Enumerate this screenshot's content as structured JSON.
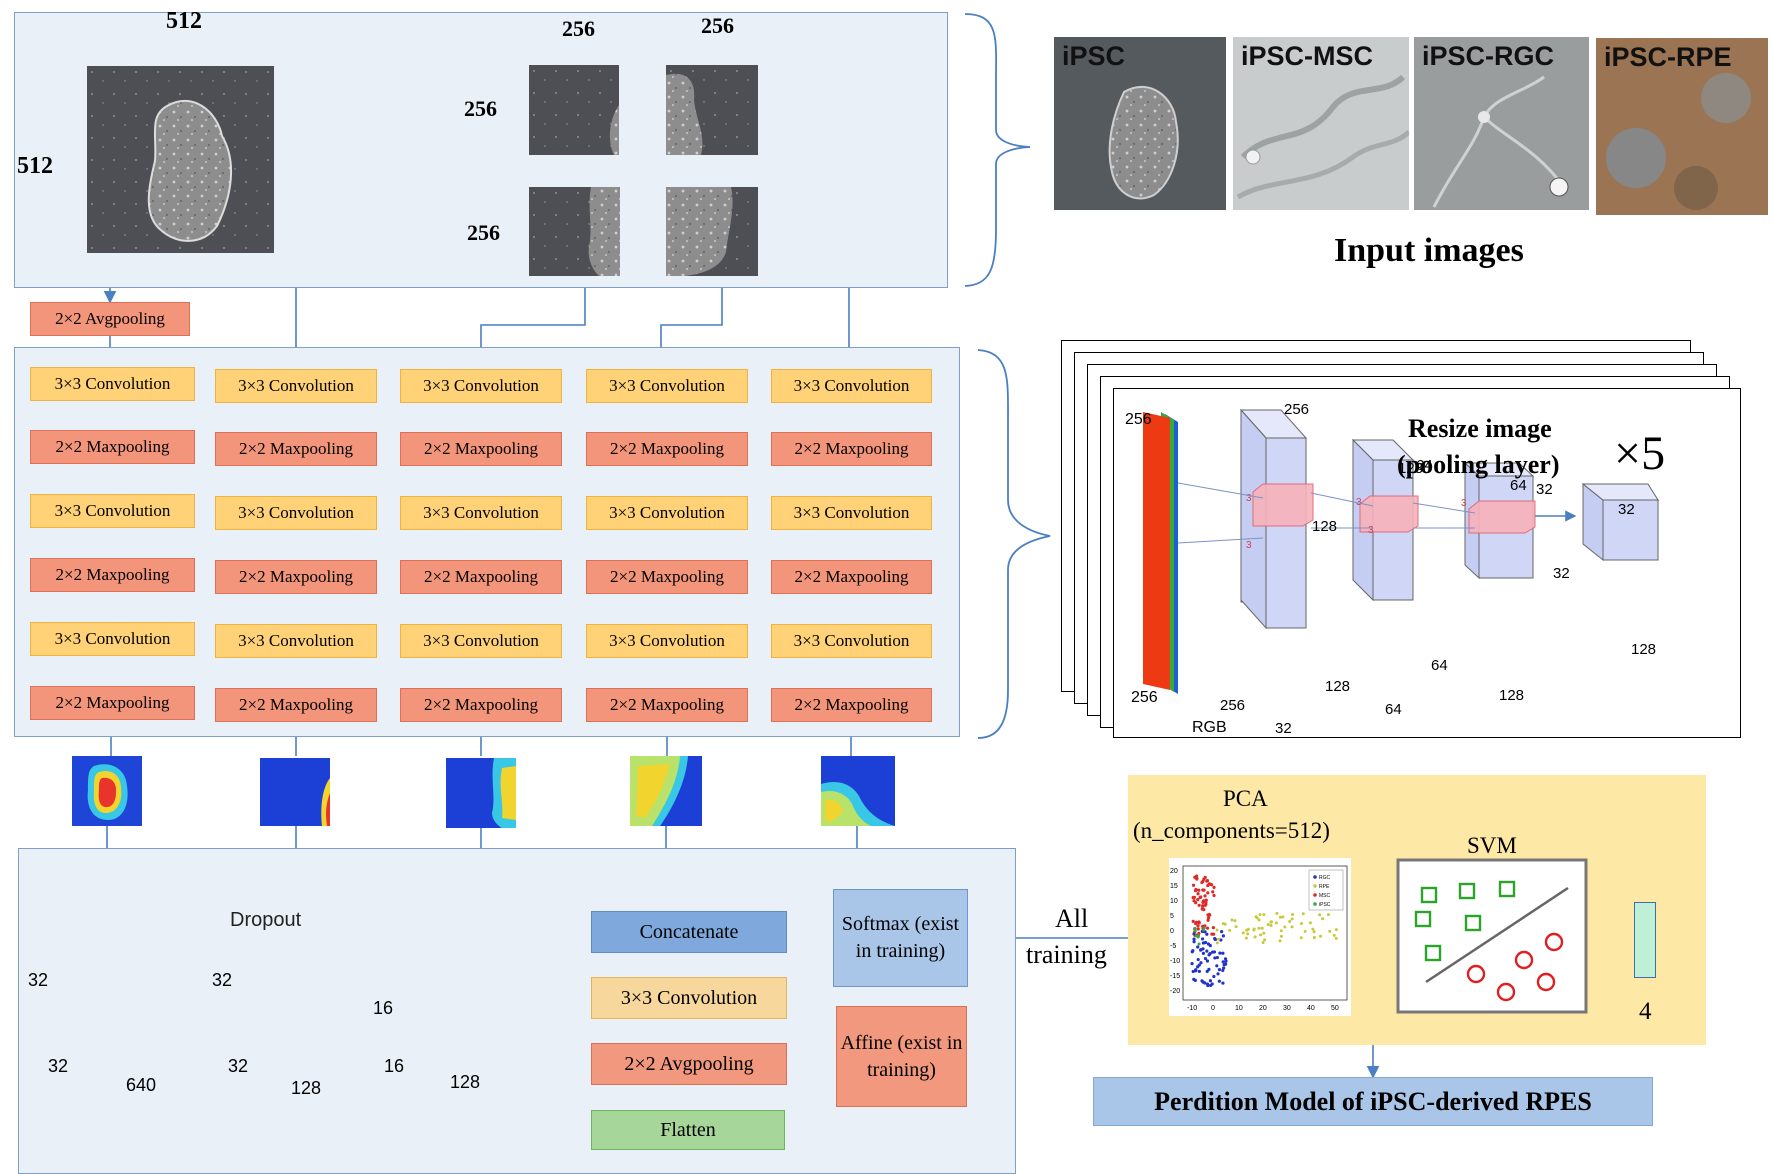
{
  "crop": {
    "size_512": "512",
    "size_256": "256"
  },
  "input_images": {
    "caption": "Input images",
    "labels": [
      "iPSC",
      "iPSC-MSC",
      "iPSC-RGC",
      "iPSC-RPE"
    ]
  },
  "avgpool_top": "2×2 Avgpooling",
  "columns": [
    {
      "layers": [
        "3×3 Convolution",
        "2×2 Maxpooling",
        "3×3 Convolution",
        "2×2 Maxpooling",
        "3×3 Convolution",
        "2×2 Maxpooling"
      ]
    },
    {
      "layers": [
        "3×3 Convolution",
        "2×2 Maxpooling",
        "3×3 Convolution",
        "2×2 Maxpooling",
        "3×3 Convolution",
        "2×2 Maxpooling"
      ]
    },
    {
      "layers": [
        "3×3 Convolution",
        "2×2 Maxpooling",
        "3×3 Convolution",
        "2×2 Maxpooling",
        "3×3 Convolution",
        "2×2 Maxpooling"
      ]
    },
    {
      "layers": [
        "3×3 Convolution",
        "2×2 Maxpooling",
        "3×3 Convolution",
        "2×2 Maxpooling",
        "3×3 Convolution",
        "2×2 Maxpooling"
      ]
    },
    {
      "layers": [
        "3×3 Convolution",
        "2×2 Maxpooling",
        "3×3 Convolution",
        "2×2 Maxpooling",
        "3×3 Convolution",
        "2×2 Maxpooling"
      ]
    }
  ],
  "resize_panel": {
    "title_line1": "Resize image",
    "title_line2": "(pooling layer)",
    "multiplier": "×5",
    "rgb": "RGB",
    "kernel": "3",
    "dims": {
      "in_h": "256",
      "in_w": "256",
      "b1_top": "256",
      "b1_bottom": "256",
      "b1_depth": "32",
      "b2_top": "128",
      "b2_bottom": "128",
      "b2_depth": "64",
      "b3_top": "64",
      "b3_bottom": "64",
      "b3_depth": "128",
      "b4_top": "32",
      "b4_bottom": "32",
      "b4_depth": "128"
    }
  },
  "bottom": {
    "dropout": "Dropout",
    "concatenate": "Concatenate",
    "conv": "3×3 Convolution",
    "avgpool": "2×2 Avgpooling",
    "flatten": "Flatten",
    "softmax": "Softmax (exist in training)",
    "affine": "Affine (exist in training)",
    "dims": {
      "c1_h": "32",
      "c1_d": "32",
      "c1_w": "640",
      "c2_h": "32",
      "c2_d": "32",
      "c2_w": "128",
      "c3_h": "16",
      "c3_d": "16",
      "c3_w": "128"
    }
  },
  "all_training": {
    "line1": "All",
    "line2": "training"
  },
  "pca": {
    "title_line1": "PCA",
    "title_line2": "(n_components=512)",
    "legend": [
      "RGC",
      "RPE",
      "MSC",
      "iPSC"
    ],
    "x_ticks": [
      "-10",
      "0",
      "10",
      "20",
      "30",
      "40",
      "50"
    ],
    "y_ticks": [
      "20",
      "15",
      "10",
      "5",
      "0",
      "-5",
      "-10",
      "-15",
      "-20"
    ]
  },
  "svm": {
    "title": "SVM"
  },
  "output": {
    "count": "4"
  },
  "model_title": "Perdition Model of iPSC-derived RPES",
  "colors": {
    "panel_bg": "#e9f0f8",
    "panel_border": "#7f9fc6",
    "conv": "#ffd277",
    "pool": "#f3957a",
    "arrow": "#4a7fc1",
    "pca_bg": "#fde8a6",
    "model_bg": "#a9c6e8",
    "flatten": "#a6d69a"
  }
}
